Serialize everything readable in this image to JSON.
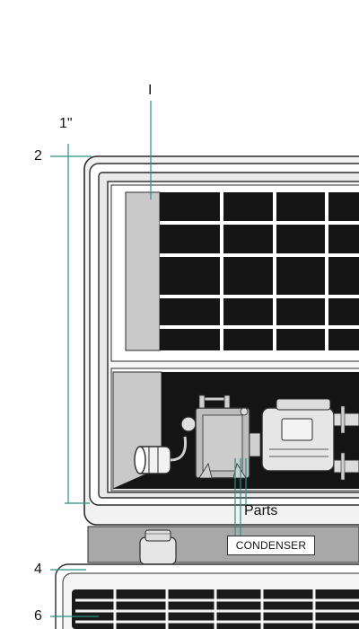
{
  "labels": {
    "top_marker": "I",
    "dimension": "1\"",
    "num_2": "2",
    "num_4": "4",
    "num_6": "6",
    "parts": "Parts",
    "condenser": "CONDENSER"
  },
  "colors": {
    "outline": "#2a2a2a",
    "panel_dark": "#151515",
    "panel_gray": "#c9c9c9",
    "light_gray": "#e6e6e6",
    "mid_gray": "#a8a8a8",
    "leader_teal": "#2f8f86"
  }
}
